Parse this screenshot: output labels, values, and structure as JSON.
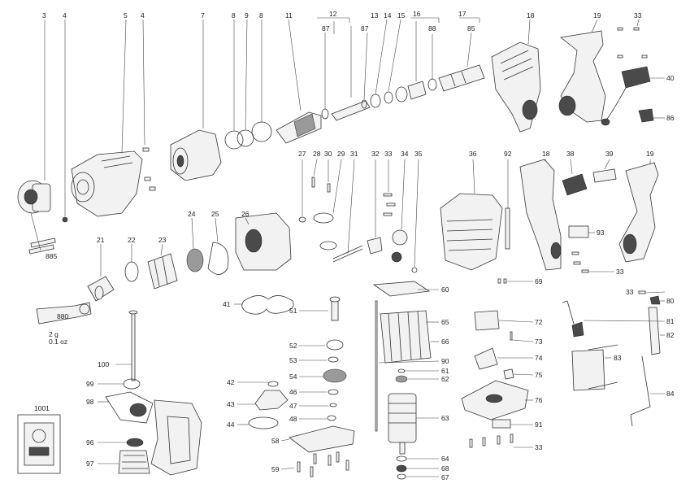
{
  "callouts": {
    "n3": "3",
    "n4a": "4",
    "n5": "5",
    "n4b": "4",
    "n7": "7",
    "n8a": "8",
    "n9": "9",
    "n8b": "8",
    "n11": "11",
    "n12": "12",
    "n87a": "87",
    "n13": "13",
    "n87b": "87",
    "n14": "14",
    "n15": "15",
    "n16": "16",
    "n88": "88",
    "n17": "17",
    "n85": "85",
    "n18a": "18",
    "n19a": "19",
    "n33a": "33",
    "n40": "40",
    "n86": "86",
    "n27": "27",
    "n28": "28",
    "n30": "30",
    "n29": "29",
    "n31": "31",
    "n32": "32",
    "n33b": "33",
    "n34": "34",
    "n35": "35",
    "n36": "36",
    "n92": "92",
    "n18b": "18",
    "n38": "38",
    "n39": "39",
    "n19b": "19",
    "n93": "93",
    "n33c": "33",
    "n69": "69",
    "n885": "885",
    "n21": "21",
    "n22": "22",
    "n23": "23",
    "n24": "24",
    "n25": "25",
    "n26": "26",
    "n41": "41",
    "n51": "51",
    "n60": "60",
    "n65": "65",
    "n66": "66",
    "n72": "72",
    "n73": "73",
    "n33d": "33",
    "n80": "80",
    "n81": "81",
    "n82": "82",
    "n880": "880",
    "n52": "52",
    "n53": "53",
    "n54": "54",
    "n90": "90",
    "n61": "61",
    "n62": "62",
    "n74": "74",
    "n75": "75",
    "n83": "83",
    "n100": "100",
    "n99": "99",
    "n42": "42",
    "n43": "43",
    "n46": "46",
    "n47": "47",
    "n48": "48",
    "n44": "44",
    "n76": "76",
    "n84": "84",
    "n98": "98",
    "n63": "63",
    "n91": "91",
    "n1001": "1001",
    "n58": "58",
    "n96": "96",
    "n33e": "33",
    "n97": "97",
    "n59": "59",
    "n64": "64",
    "n68": "68",
    "n67": "67"
  },
  "grease_label_line1": "2 g",
  "grease_label_line2": "0.1 oz"
}
